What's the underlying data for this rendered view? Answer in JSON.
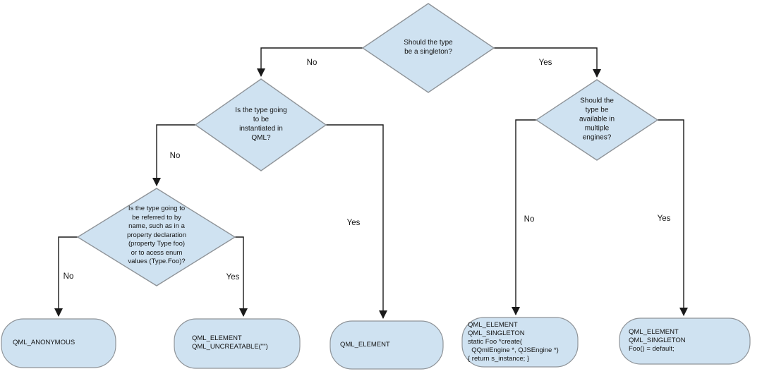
{
  "colors": {
    "node_fill": "#cfe2f1",
    "node_border": "#8f9499",
    "connector": "#1a1a1a",
    "text": "#141414"
  },
  "flowchart": {
    "decisions": [
      {
        "id": "singleton",
        "text": "Should the type\nbe a singleton?"
      },
      {
        "id": "instantiated",
        "text": "Is the type going\nto be\ninstantiated in\nQML?"
      },
      {
        "id": "referred",
        "text": "Is the type going to\nbe referred to by\nname, such as in a\nproperty declaration\n(property Type foo)\nor to acess enum\nvalues (Type.Foo)?"
      },
      {
        "id": "engines",
        "text": "Should the\ntype be\navailable in\nmultiple\nengines?"
      }
    ],
    "terminals": [
      {
        "id": "anonymous",
        "text": "QML_ANONYMOUS"
      },
      {
        "id": "uncreatable",
        "text": "QML_ELEMENT\nQML_UNCREATABLE(\"\")"
      },
      {
        "id": "element",
        "text": "QML_ELEMENT"
      },
      {
        "id": "singleton-create",
        "text": "QML_ELEMENT\nQML_SINGLETON\nstatic Foo *create(\n  QQmlEngine *, QJSEngine *)\n{ return s_instance; }"
      },
      {
        "id": "singleton-default",
        "text": "QML_ELEMENT\nQML_SINGLETON\nFoo() = default;"
      }
    ],
    "edges": [
      {
        "from": "singleton",
        "to": "instantiated",
        "label": "No"
      },
      {
        "from": "singleton",
        "to": "engines",
        "label": "Yes"
      },
      {
        "from": "instantiated",
        "to": "referred",
        "label": "No"
      },
      {
        "from": "instantiated",
        "to": "element",
        "label": "Yes"
      },
      {
        "from": "referred",
        "to": "anonymous",
        "label": "No"
      },
      {
        "from": "referred",
        "to": "uncreatable",
        "label": "Yes"
      },
      {
        "from": "engines",
        "to": "singleton-create",
        "label": "No"
      },
      {
        "from": "engines",
        "to": "singleton-default",
        "label": "Yes"
      }
    ]
  }
}
